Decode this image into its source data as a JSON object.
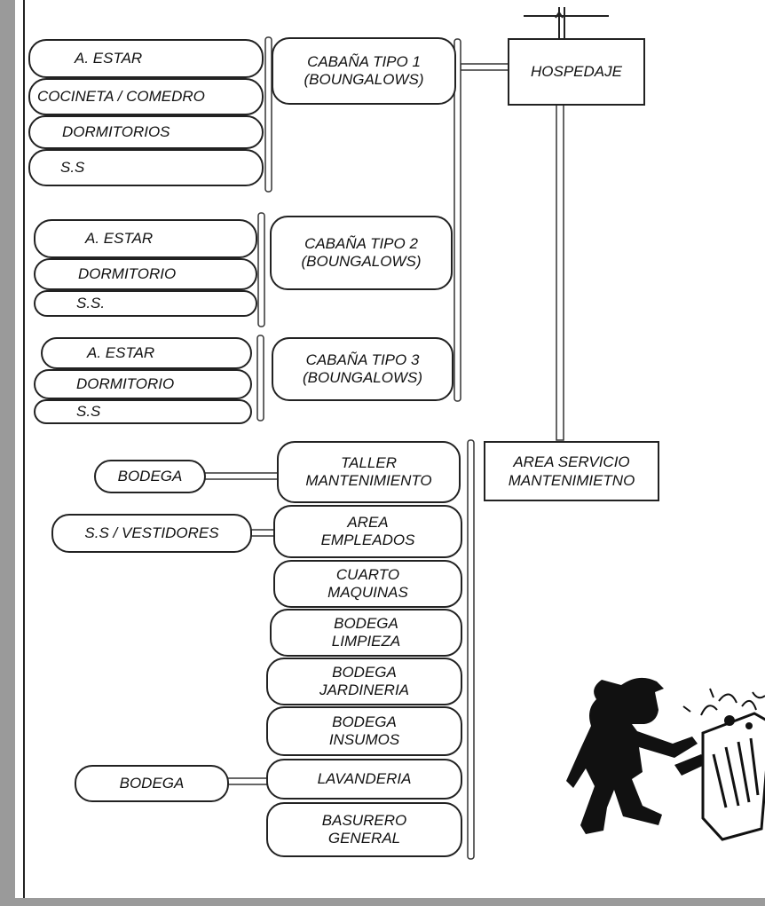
{
  "hospedaje": "HOSPEDAJE",
  "cabana1": {
    "title": "CABAÑA TIPO 1\n(BOUNGALOWS)",
    "rooms": [
      "A. ESTAR",
      "COCINETA / COMEDRO",
      "DORMITORIOS",
      "S.S"
    ]
  },
  "cabana2": {
    "title": "CABAÑA TIPO 2\n(BOUNGALOWS)",
    "rooms": [
      "A. ESTAR",
      "DORMITORIO",
      "S.S."
    ]
  },
  "cabana3": {
    "title": "CABAÑA TIPO 3\n(BOUNGALOWS)",
    "rooms": [
      "A. ESTAR",
      "DORMITORIO",
      "S.S"
    ]
  },
  "servicio": {
    "title": "AREA SERVICIO\nMANTENIMIETNO",
    "items": [
      "TALLER\nMANTENIMIENTO",
      "AREA\nEMPLEADOS",
      "CUARTO\nMAQUINAS",
      "BODEGA\nLIMPIEZA",
      "BODEGA\nJARDINERIA",
      "BODEGA\nINSUMOS",
      "LAVANDERIA",
      "BASURERO\nGENERAL"
    ],
    "side": {
      "taller_bodega": "BODEGA",
      "empleados_ss": "S.S / VESTIDORES",
      "lavanderia_bodega": "BODEGA"
    }
  },
  "clipart": "janitor-with-trash-can"
}
